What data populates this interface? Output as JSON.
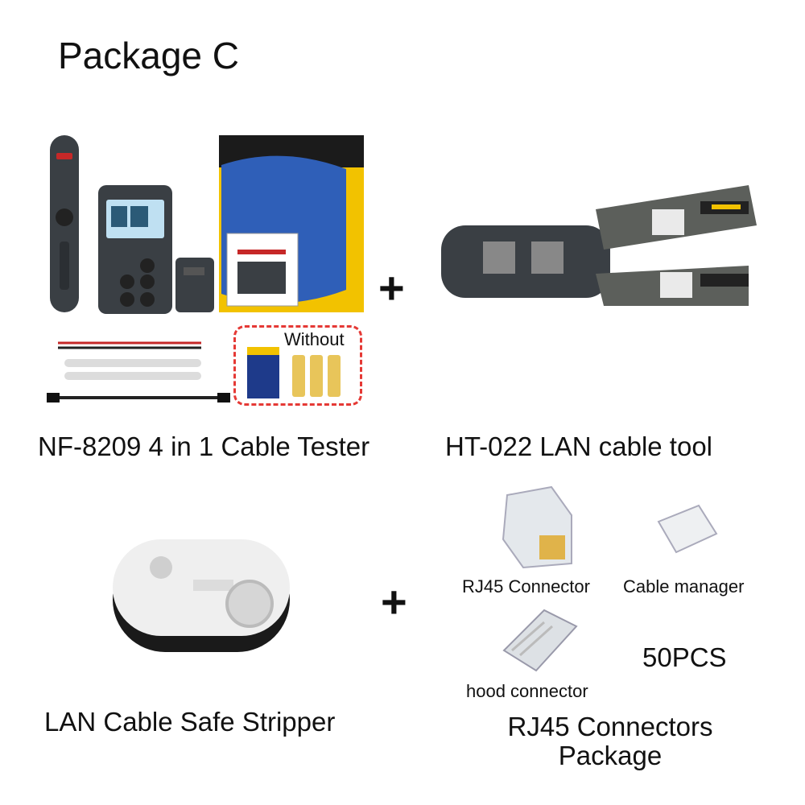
{
  "package_title": "Package C",
  "plus_symbol": "+",
  "items": {
    "cable_tester": {
      "caption": "NF-8209 4 in 1 Cable Tester",
      "accessory_note": "Without"
    },
    "lan_tool": {
      "caption": "HT-022 LAN cable tool"
    },
    "stripper": {
      "caption": "LAN Cable Safe Stripper"
    },
    "connectors": {
      "caption_line1": "RJ45 Connectors",
      "caption_line2": "Package",
      "rj45_label": "RJ45 Connector",
      "cable_manager_label": "Cable manager",
      "hood_label": "hood connector",
      "quantity": "50PCS"
    }
  }
}
